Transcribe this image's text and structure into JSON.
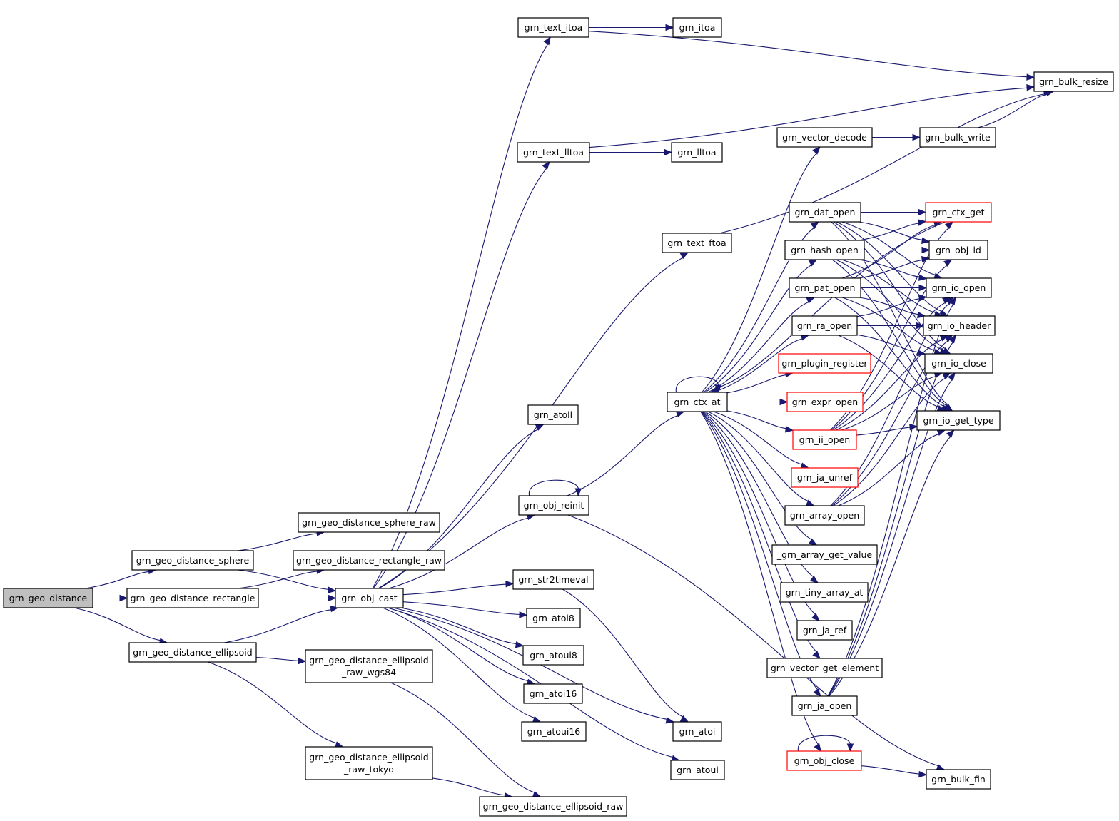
{
  "graph": {
    "title": "",
    "colors": {
      "edge": "#191970",
      "border": "#000000",
      "truncated_border": "#ff0000",
      "root_fill": "#bfbfbf",
      "fill": "#ffffff"
    },
    "nodes": [
      {
        "id": "grn_geo_distance",
        "lines": [
          "grn_geo_distance"
        ],
        "root": true
      },
      {
        "id": "grn_geo_distance_sphere",
        "lines": [
          "grn_geo_distance_sphere"
        ]
      },
      {
        "id": "grn_geo_distance_rectangle",
        "lines": [
          "grn_geo_distance_rectangle"
        ]
      },
      {
        "id": "grn_geo_distance_ellipsoid",
        "lines": [
          "grn_geo_distance_ellipsoid"
        ]
      },
      {
        "id": "grn_geo_distance_sphere_raw",
        "lines": [
          "grn_geo_distance_sphere_raw"
        ]
      },
      {
        "id": "grn_geo_distance_rectangle_raw",
        "lines": [
          "grn_geo_distance_rectangle_raw"
        ]
      },
      {
        "id": "grn_geo_distance_ellipsoid_raw_wgs84",
        "lines": [
          "grn_geo_distance_ellipsoid",
          "_raw_wgs84"
        ]
      },
      {
        "id": "grn_geo_distance_ellipsoid_raw_tokyo",
        "lines": [
          "grn_geo_distance_ellipsoid",
          "_raw_tokyo"
        ]
      },
      {
        "id": "grn_geo_distance_ellipsoid_raw",
        "lines": [
          "grn_geo_distance_ellipsoid_raw"
        ]
      },
      {
        "id": "grn_obj_cast",
        "lines": [
          "grn_obj_cast"
        ]
      },
      {
        "id": "grn_text_itoa",
        "lines": [
          "grn_text_itoa"
        ]
      },
      {
        "id": "grn_itoa",
        "lines": [
          "grn_itoa"
        ]
      },
      {
        "id": "grn_bulk_resize",
        "lines": [
          "grn_bulk_resize"
        ]
      },
      {
        "id": "grn_text_lltoa",
        "lines": [
          "grn_text_lltoa"
        ]
      },
      {
        "id": "grn_lltoa",
        "lines": [
          "grn_lltoa"
        ]
      },
      {
        "id": "grn_text_ftoa",
        "lines": [
          "grn_text_ftoa"
        ]
      },
      {
        "id": "grn_atoll",
        "lines": [
          "grn_atoll"
        ]
      },
      {
        "id": "grn_obj_reinit",
        "lines": [
          "grn_obj_reinit"
        ]
      },
      {
        "id": "grn_str2timeval",
        "lines": [
          "grn_str2timeval"
        ]
      },
      {
        "id": "grn_atoi8",
        "lines": [
          "grn_atoi8"
        ]
      },
      {
        "id": "grn_atoui8",
        "lines": [
          "grn_atoui8"
        ]
      },
      {
        "id": "grn_atoi16",
        "lines": [
          "grn_atoi16"
        ]
      },
      {
        "id": "grn_atoui16",
        "lines": [
          "grn_atoui16"
        ]
      },
      {
        "id": "grn_atoi",
        "lines": [
          "grn_atoi"
        ]
      },
      {
        "id": "grn_atoui",
        "lines": [
          "grn_atoui"
        ]
      },
      {
        "id": "grn_ctx_at",
        "lines": [
          "grn_ctx_at"
        ]
      },
      {
        "id": "grn_vector_decode",
        "lines": [
          "grn_vector_decode"
        ]
      },
      {
        "id": "grn_bulk_write",
        "lines": [
          "grn_bulk_write"
        ]
      },
      {
        "id": "grn_dat_open",
        "lines": [
          "grn_dat_open"
        ]
      },
      {
        "id": "grn_hash_open",
        "lines": [
          "grn_hash_open"
        ]
      },
      {
        "id": "grn_pat_open",
        "lines": [
          "grn_pat_open"
        ]
      },
      {
        "id": "grn_ra_open",
        "lines": [
          "grn_ra_open"
        ]
      },
      {
        "id": "grn_plugin_register",
        "lines": [
          "grn_plugin_register"
        ],
        "truncated": true
      },
      {
        "id": "grn_expr_open",
        "lines": [
          "grn_expr_open"
        ],
        "truncated": true
      },
      {
        "id": "grn_ii_open",
        "lines": [
          "grn_ii_open"
        ],
        "truncated": true
      },
      {
        "id": "grn_ja_unref",
        "lines": [
          "grn_ja_unref"
        ],
        "truncated": true
      },
      {
        "id": "grn_array_open",
        "lines": [
          "grn_array_open"
        ]
      },
      {
        "id": "_grn_array_get_value",
        "lines": [
          "_grn_array_get_value"
        ]
      },
      {
        "id": "grn_tiny_array_at",
        "lines": [
          "grn_tiny_array_at"
        ]
      },
      {
        "id": "grn_ja_ref",
        "lines": [
          "grn_ja_ref"
        ]
      },
      {
        "id": "grn_vector_get_element",
        "lines": [
          "grn_vector_get_element"
        ]
      },
      {
        "id": "grn_ja_open",
        "lines": [
          "grn_ja_open"
        ]
      },
      {
        "id": "grn_obj_close",
        "lines": [
          "grn_obj_close"
        ],
        "truncated": true
      },
      {
        "id": "grn_ctx_get",
        "lines": [
          "grn_ctx_get"
        ],
        "truncated": true
      },
      {
        "id": "grn_obj_id",
        "lines": [
          "grn_obj_id"
        ]
      },
      {
        "id": "grn_io_open",
        "lines": [
          "grn_io_open"
        ]
      },
      {
        "id": "grn_io_header",
        "lines": [
          "grn_io_header"
        ]
      },
      {
        "id": "grn_io_close",
        "lines": [
          "grn_io_close"
        ]
      },
      {
        "id": "grn_io_get_type",
        "lines": [
          "grn_io_get_type"
        ]
      },
      {
        "id": "grn_bulk_fin",
        "lines": [
          "grn_bulk_fin"
        ]
      }
    ],
    "edges": [
      [
        "grn_geo_distance",
        "grn_geo_distance_sphere"
      ],
      [
        "grn_geo_distance",
        "grn_geo_distance_rectangle"
      ],
      [
        "grn_geo_distance",
        "grn_geo_distance_ellipsoid"
      ],
      [
        "grn_geo_distance_sphere",
        "grn_geo_distance_sphere_raw"
      ],
      [
        "grn_geo_distance_sphere",
        "grn_obj_cast"
      ],
      [
        "grn_geo_distance_rectangle",
        "grn_geo_distance_rectangle_raw"
      ],
      [
        "grn_geo_distance_rectangle",
        "grn_obj_cast"
      ],
      [
        "grn_geo_distance_ellipsoid",
        "grn_obj_cast"
      ],
      [
        "grn_geo_distance_ellipsoid",
        "grn_geo_distance_ellipsoid_raw_wgs84"
      ],
      [
        "grn_geo_distance_ellipsoid",
        "grn_geo_distance_ellipsoid_raw_tokyo"
      ],
      [
        "grn_geo_distance_ellipsoid_raw_wgs84",
        "grn_geo_distance_ellipsoid_raw"
      ],
      [
        "grn_geo_distance_ellipsoid_raw_tokyo",
        "grn_geo_distance_ellipsoid_raw"
      ],
      [
        "grn_obj_cast",
        "grn_text_itoa"
      ],
      [
        "grn_obj_cast",
        "grn_text_lltoa"
      ],
      [
        "grn_obj_cast",
        "grn_text_ftoa"
      ],
      [
        "grn_obj_cast",
        "grn_atoll"
      ],
      [
        "grn_obj_cast",
        "grn_obj_reinit"
      ],
      [
        "grn_obj_cast",
        "grn_str2timeval"
      ],
      [
        "grn_obj_cast",
        "grn_atoi8"
      ],
      [
        "grn_obj_cast",
        "grn_atoui8"
      ],
      [
        "grn_obj_cast",
        "grn_atoi16"
      ],
      [
        "grn_obj_cast",
        "grn_atoui16"
      ],
      [
        "grn_obj_cast",
        "grn_atoi"
      ],
      [
        "grn_obj_cast",
        "grn_atoui"
      ],
      [
        "grn_text_itoa",
        "grn_itoa"
      ],
      [
        "grn_text_itoa",
        "grn_bulk_resize"
      ],
      [
        "grn_text_lltoa",
        "grn_lltoa"
      ],
      [
        "grn_text_lltoa",
        "grn_bulk_resize"
      ],
      [
        "grn_text_ftoa",
        "grn_bulk_resize"
      ],
      [
        "grn_obj_reinit",
        "grn_obj_reinit"
      ],
      [
        "grn_obj_reinit",
        "grn_ctx_at"
      ],
      [
        "grn_obj_reinit",
        "grn_bulk_fin"
      ],
      [
        "grn_str2timeval",
        "grn_atoi"
      ],
      [
        "grn_ctx_at",
        "grn_ctx_at"
      ],
      [
        "grn_ctx_at",
        "grn_vector_decode"
      ],
      [
        "grn_ctx_at",
        "grn_dat_open"
      ],
      [
        "grn_ctx_at",
        "grn_hash_open"
      ],
      [
        "grn_ctx_at",
        "grn_pat_open"
      ],
      [
        "grn_ctx_at",
        "grn_ra_open"
      ],
      [
        "grn_ctx_at",
        "grn_plugin_register"
      ],
      [
        "grn_ctx_at",
        "grn_expr_open"
      ],
      [
        "grn_ctx_at",
        "grn_ii_open"
      ],
      [
        "grn_ctx_at",
        "grn_ja_unref"
      ],
      [
        "grn_ctx_at",
        "grn_array_open"
      ],
      [
        "grn_ctx_at",
        "_grn_array_get_value"
      ],
      [
        "grn_ctx_at",
        "grn_tiny_array_at"
      ],
      [
        "grn_ctx_at",
        "grn_ja_ref"
      ],
      [
        "grn_ctx_at",
        "grn_vector_get_element"
      ],
      [
        "grn_ctx_at",
        "grn_ja_open"
      ],
      [
        "grn_ctx_at",
        "grn_obj_close"
      ],
      [
        "grn_ctx_get",
        "grn_ctx_at"
      ],
      [
        "grn_vector_decode",
        "grn_bulk_write"
      ],
      [
        "grn_bulk_write",
        "grn_bulk_resize"
      ],
      [
        "grn_dat_open",
        "grn_ctx_get"
      ],
      [
        "grn_dat_open",
        "grn_obj_id"
      ],
      [
        "grn_dat_open",
        "grn_io_open"
      ],
      [
        "grn_dat_open",
        "grn_io_header"
      ],
      [
        "grn_dat_open",
        "grn_io_close"
      ],
      [
        "grn_dat_open",
        "grn_io_get_type"
      ],
      [
        "grn_hash_open",
        "grn_ctx_get"
      ],
      [
        "grn_hash_open",
        "grn_obj_id"
      ],
      [
        "grn_hash_open",
        "grn_io_open"
      ],
      [
        "grn_hash_open",
        "grn_io_header"
      ],
      [
        "grn_hash_open",
        "grn_io_close"
      ],
      [
        "grn_hash_open",
        "grn_io_get_type"
      ],
      [
        "grn_pat_open",
        "grn_ctx_get"
      ],
      [
        "grn_pat_open",
        "grn_obj_id"
      ],
      [
        "grn_pat_open",
        "grn_io_open"
      ],
      [
        "grn_pat_open",
        "grn_io_header"
      ],
      [
        "grn_pat_open",
        "grn_io_close"
      ],
      [
        "grn_pat_open",
        "grn_io_get_type"
      ],
      [
        "grn_ra_open",
        "grn_io_open"
      ],
      [
        "grn_ra_open",
        "grn_io_header"
      ],
      [
        "grn_ra_open",
        "grn_io_close"
      ],
      [
        "grn_ra_open",
        "grn_io_get_type"
      ],
      [
        "grn_ii_open",
        "grn_ctx_get"
      ],
      [
        "grn_ii_open",
        "grn_obj_id"
      ],
      [
        "grn_ii_open",
        "grn_io_open"
      ],
      [
        "grn_ii_open",
        "grn_io_header"
      ],
      [
        "grn_ii_open",
        "grn_io_close"
      ],
      [
        "grn_ii_open",
        "grn_io_get_type"
      ],
      [
        "grn_array_open",
        "grn_io_open"
      ],
      [
        "grn_array_open",
        "grn_io_header"
      ],
      [
        "grn_array_open",
        "grn_io_close"
      ],
      [
        "grn_array_open",
        "grn_io_get_type"
      ],
      [
        "grn_ja_open",
        "grn_io_open"
      ],
      [
        "grn_ja_open",
        "grn_io_header"
      ],
      [
        "grn_ja_open",
        "grn_io_close"
      ],
      [
        "grn_ja_open",
        "grn_io_get_type"
      ],
      [
        "grn_obj_close",
        "grn_obj_close"
      ],
      [
        "grn_obj_close",
        "grn_bulk_fin"
      ]
    ]
  }
}
